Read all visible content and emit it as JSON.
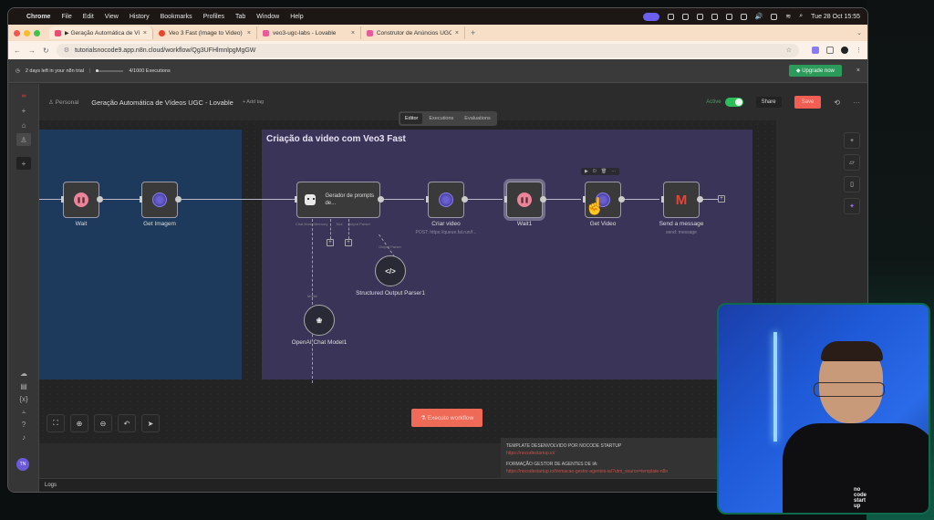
{
  "menubar": {
    "app": "Chrome",
    "items": [
      "File",
      "Edit",
      "View",
      "History",
      "Bookmarks",
      "Profiles",
      "Tab",
      "Window",
      "Help"
    ],
    "datetime": "Tue 28 Oct  15:55"
  },
  "tabs": [
    {
      "label": "▶ Geração Automática de Víd",
      "active": true,
      "favicon_color": "#ea4b71"
    },
    {
      "label": "Veo 3 Fast (Image to Video) |",
      "active": false,
      "favicon_color": "#e8452c"
    },
    {
      "label": "veo3-ugc-labs - Lovable",
      "active": false,
      "favicon_color": "#e85a9a"
    },
    {
      "label": "Construtor de Anúncios UGC",
      "active": false,
      "favicon_color": "#e85a9a"
    }
  ],
  "new_tab": "+",
  "address": {
    "url": "tutorialsnocode9.app.n8n.cloud/workflow/Qg3UFHlmnlpgMgGW"
  },
  "banner": {
    "trial_text": "2 days left in your n8n trial",
    "executions": "4/1000 Executions",
    "upgrade_label": "Upgrade now",
    "close": "×"
  },
  "header": {
    "personal": "Personal",
    "workflow_title": "Geração Automática de Vídeos UGC - Lovable",
    "add_tag": "+ Add tag",
    "active_label": "Active",
    "share_label": "Share",
    "save_label": "Save",
    "more": "···"
  },
  "mode_tabs": [
    "Editor",
    "Executions",
    "Evaluations"
  ],
  "canvas": {
    "sticky_title": "Criação da video com Veo3 Fast",
    "nodes": {
      "wait": {
        "label": "Wait"
      },
      "get_imagem": {
        "label": "Get Imagem"
      },
      "gerador": {
        "label": "Gerador de prompts de..."
      },
      "criar_video": {
        "label": "Criar video",
        "sub": "POST: https://queue.fal.run/f..."
      },
      "wait1": {
        "label": "Wait1"
      },
      "get_video": {
        "label": "Get Video"
      },
      "send_message": {
        "label": "Send a message",
        "sub": "send: message"
      },
      "openai": {
        "label": "OpenAI Chat Model1"
      },
      "parser": {
        "label": "Structured Output Parser1"
      }
    },
    "sublabels": {
      "chat_model": "Chat Model",
      "memory": "Memory",
      "tool": "Tool",
      "output_parser": "Output Parser",
      "model": "Model",
      "output_parser2": "Output Parser"
    },
    "execute_label": "Execute workflow"
  },
  "template_panel": {
    "line1": "TEMPLATE DESENVOLVIDO POR NOCODE STARTUP",
    "link1": "https://nocodestartup.io/",
    "line2": "FORMAÇÃO GESTOR DE AGENTES DE IA:",
    "link2": "https://nocodestartup.io/formacao-gestor-agentes-ia/?utm_source=template-n8n"
  },
  "logs_label": "Logs",
  "user_initials": "TN",
  "webcam": {
    "shirt_text": "no code start up"
  }
}
